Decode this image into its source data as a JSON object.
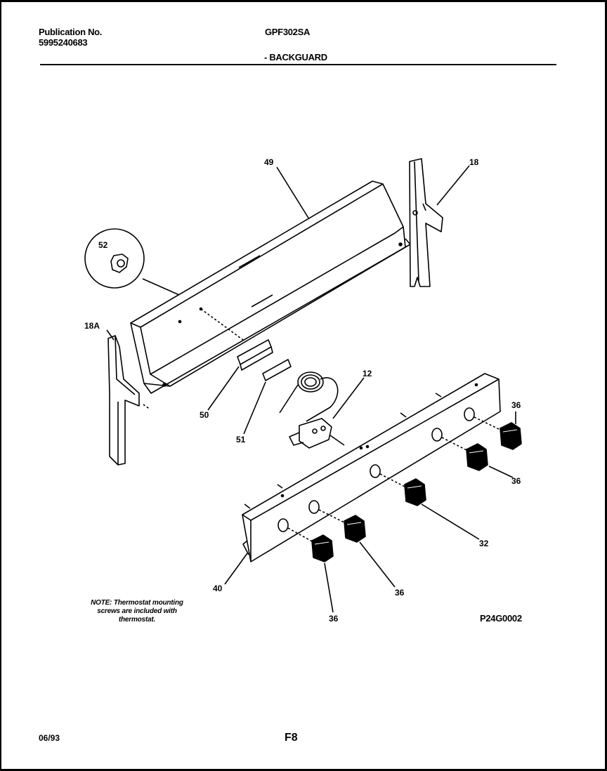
{
  "header": {
    "publication_label": "Publication No.",
    "publication_number": "5995240683",
    "model": "GPF302SA",
    "section": "- BACKGUARD"
  },
  "callouts": {
    "c49": "49",
    "c18": "18",
    "c52": "52",
    "c18a": "18A",
    "c12": "12",
    "c50": "50",
    "c51": "51",
    "c36a": "36",
    "c36b": "36",
    "c32": "32",
    "c40": "40",
    "c36c": "36",
    "c36d": "36"
  },
  "note": {
    "line1": "NOTE: Thermostat mounting",
    "line2": "screws are included with",
    "line3": "thermostat."
  },
  "drawing_code": "P24G0002",
  "footer": {
    "date": "06/93",
    "page": "F8"
  }
}
